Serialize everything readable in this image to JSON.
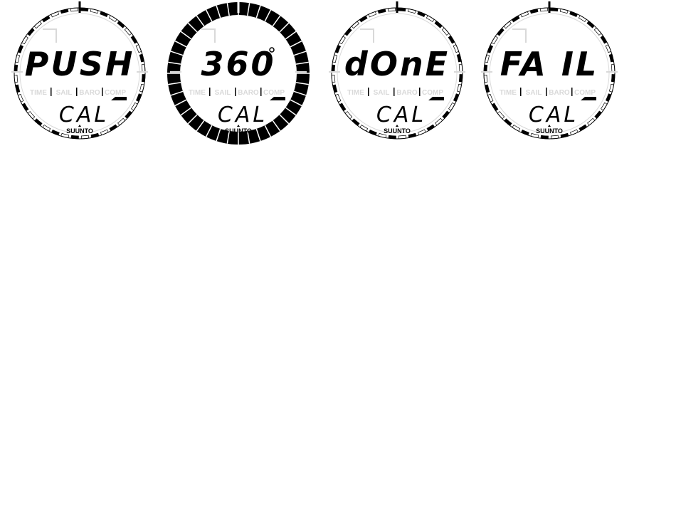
{
  "brand": "SUUNTO",
  "menu": [
    "TIME",
    "SAIL",
    "BARO",
    "COMP"
  ],
  "dials": [
    {
      "main_text": "PUSH",
      "sub_text": "CAL",
      "bezel": "ticks",
      "degree_symbol": false
    },
    {
      "main_text": "360",
      "sub_text": "CAL",
      "bezel": "filled",
      "degree_symbol": true
    },
    {
      "main_text": "dOnE",
      "sub_text": "CAL",
      "bezel": "ticks",
      "degree_symbol": false
    },
    {
      "main_text": "FA IL",
      "sub_text": "CAL",
      "bezel": "ticks",
      "degree_symbol": false
    }
  ],
  "colors": {
    "ink": "#000000",
    "ghost": "#d9d9d9",
    "background": "#ffffff"
  }
}
